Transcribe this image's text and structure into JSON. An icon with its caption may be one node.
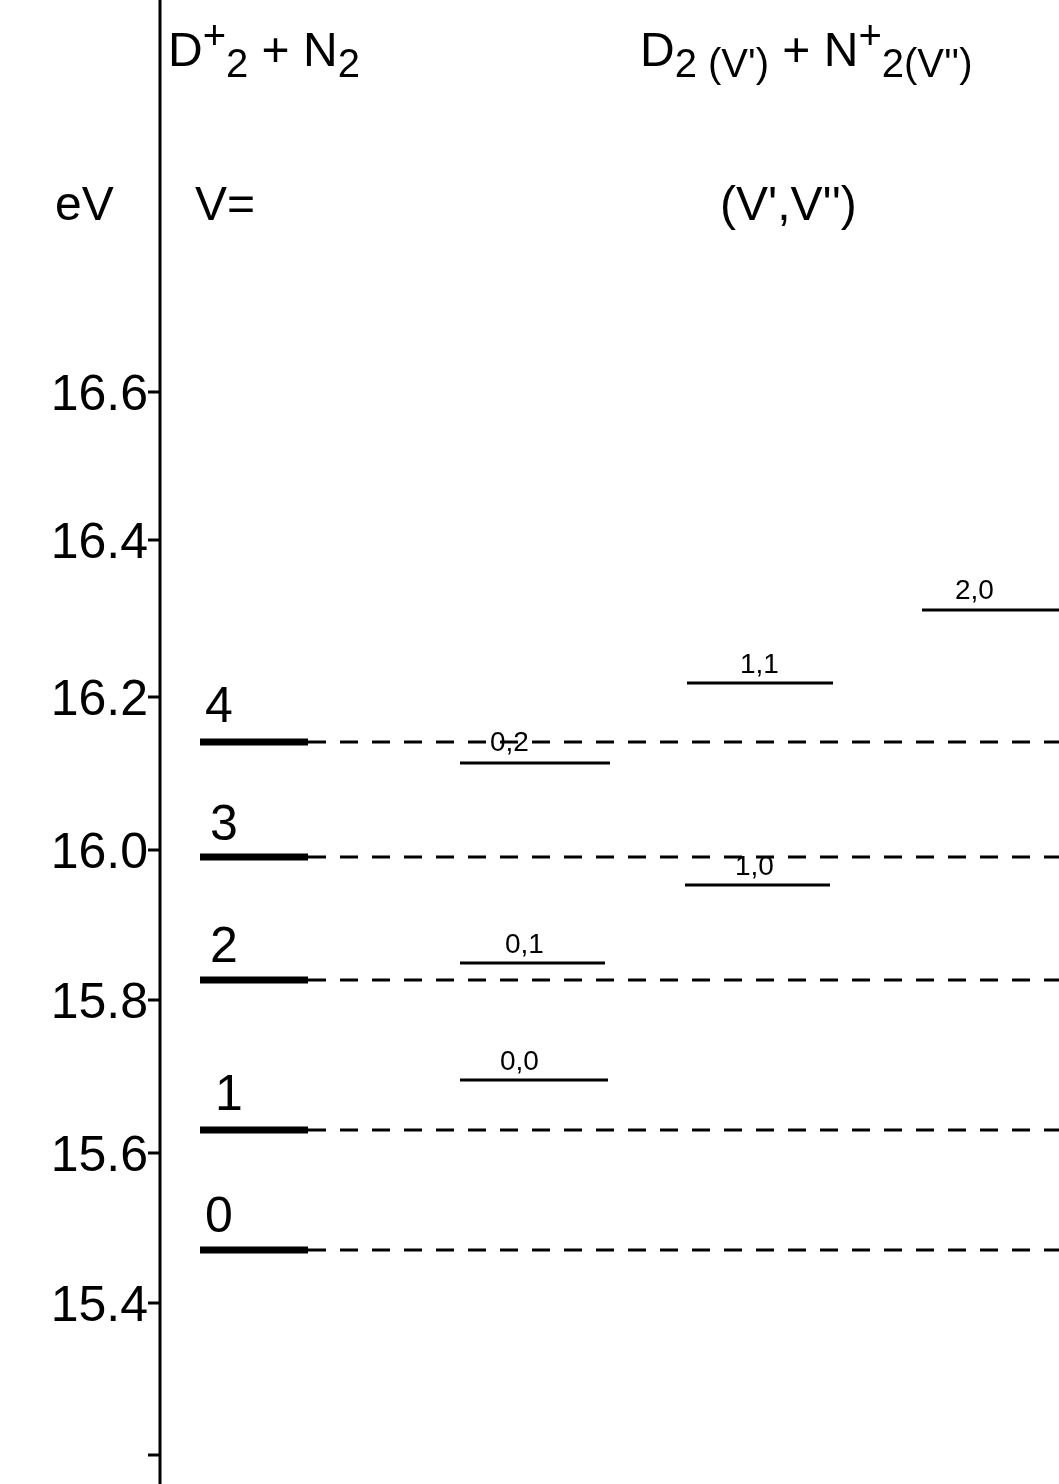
{
  "diagram": {
    "labels": [
      "D$^{+}$$_{2}$ + N$_{2}$",
      "D$_{2 (V')}$ + N$^{+}$$_{2(V'')}$",
      "eV",
      "V=",
      "(V',V'')",
      "16.6",
      "16.4",
      "2,0",
      "1,1",
      "16.2",
      "4",
      "0,2",
      "16.0",
      "3",
      "1,0",
      "2",
      "0,1",
      "15.8",
      "1",
      "15.6",
      "0,0",
      "0",
      "15.4"
    ]
  }
}
